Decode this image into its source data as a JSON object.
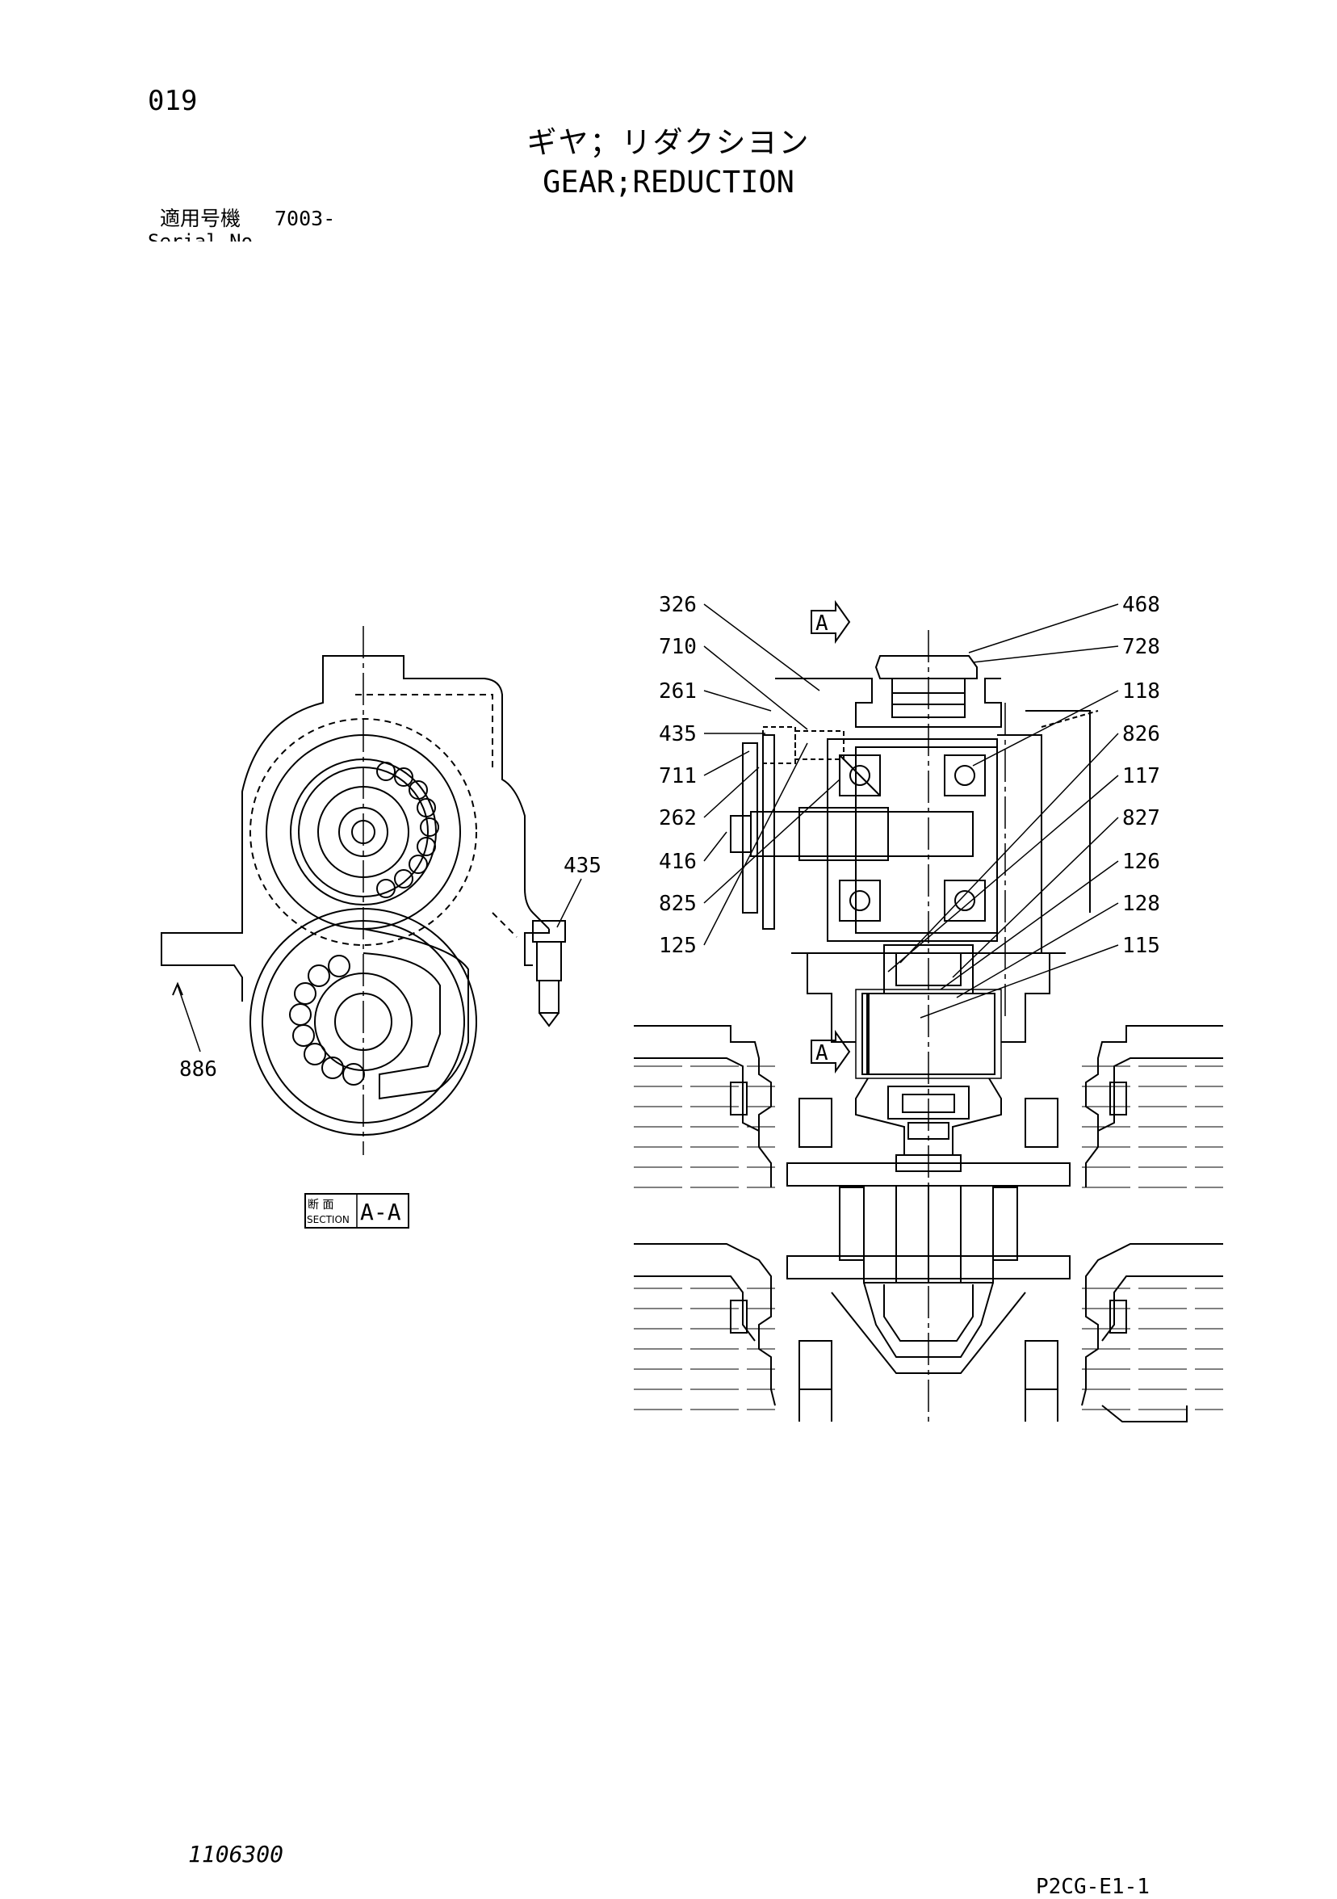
{
  "header": {
    "page_number": "019",
    "title_jp": "ギヤ；リダクシヨン",
    "title_en": "GEAR;REDUCTION",
    "serial_label_jp": "適用号機",
    "serial_value": "7003-",
    "serial_label_en": "Serial No."
  },
  "diagram": {
    "section_view": {
      "section_label_jp": "断 面",
      "section_label_en": "SECTION",
      "section_id": "A-A",
      "callouts": [
        "435",
        "886"
      ]
    },
    "main_view": {
      "view_marker_top": "A",
      "view_marker_mid": "A",
      "callouts_left": [
        "326",
        "710",
        "261",
        "435",
        "711",
        "262",
        "416",
        "825",
        "125"
      ],
      "callouts_right": [
        "468",
        "728",
        "118",
        "826",
        "117",
        "827",
        "126",
        "128",
        "115"
      ]
    }
  },
  "footer": {
    "drawing_number": "1106300",
    "sheet_code": "P2CG-E1-1"
  }
}
